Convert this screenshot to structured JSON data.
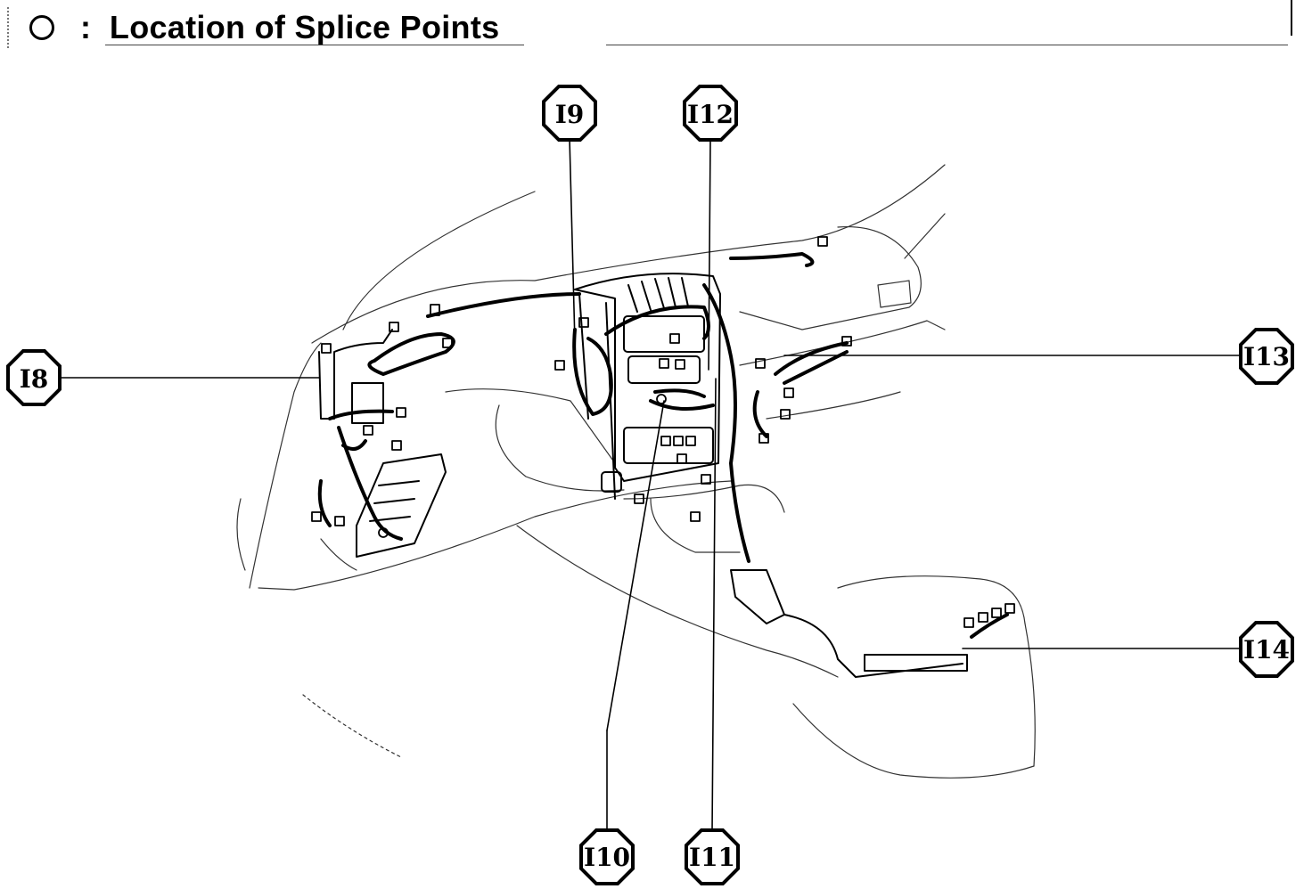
{
  "header": {
    "legend_symbol": "circle-outline-icon",
    "separator": ":",
    "title": "Location of Splice Points"
  },
  "callouts": [
    {
      "id": "i8",
      "label": "I8"
    },
    {
      "id": "i9",
      "label": "I9"
    },
    {
      "id": "i10",
      "label": "I10"
    },
    {
      "id": "i11",
      "label": "I11"
    },
    {
      "id": "i12",
      "label": "I12"
    },
    {
      "id": "i13",
      "label": "I13"
    },
    {
      "id": "i14",
      "label": "I14"
    }
  ],
  "colors": {
    "ink": "#000000",
    "paper": "#ffffff"
  }
}
